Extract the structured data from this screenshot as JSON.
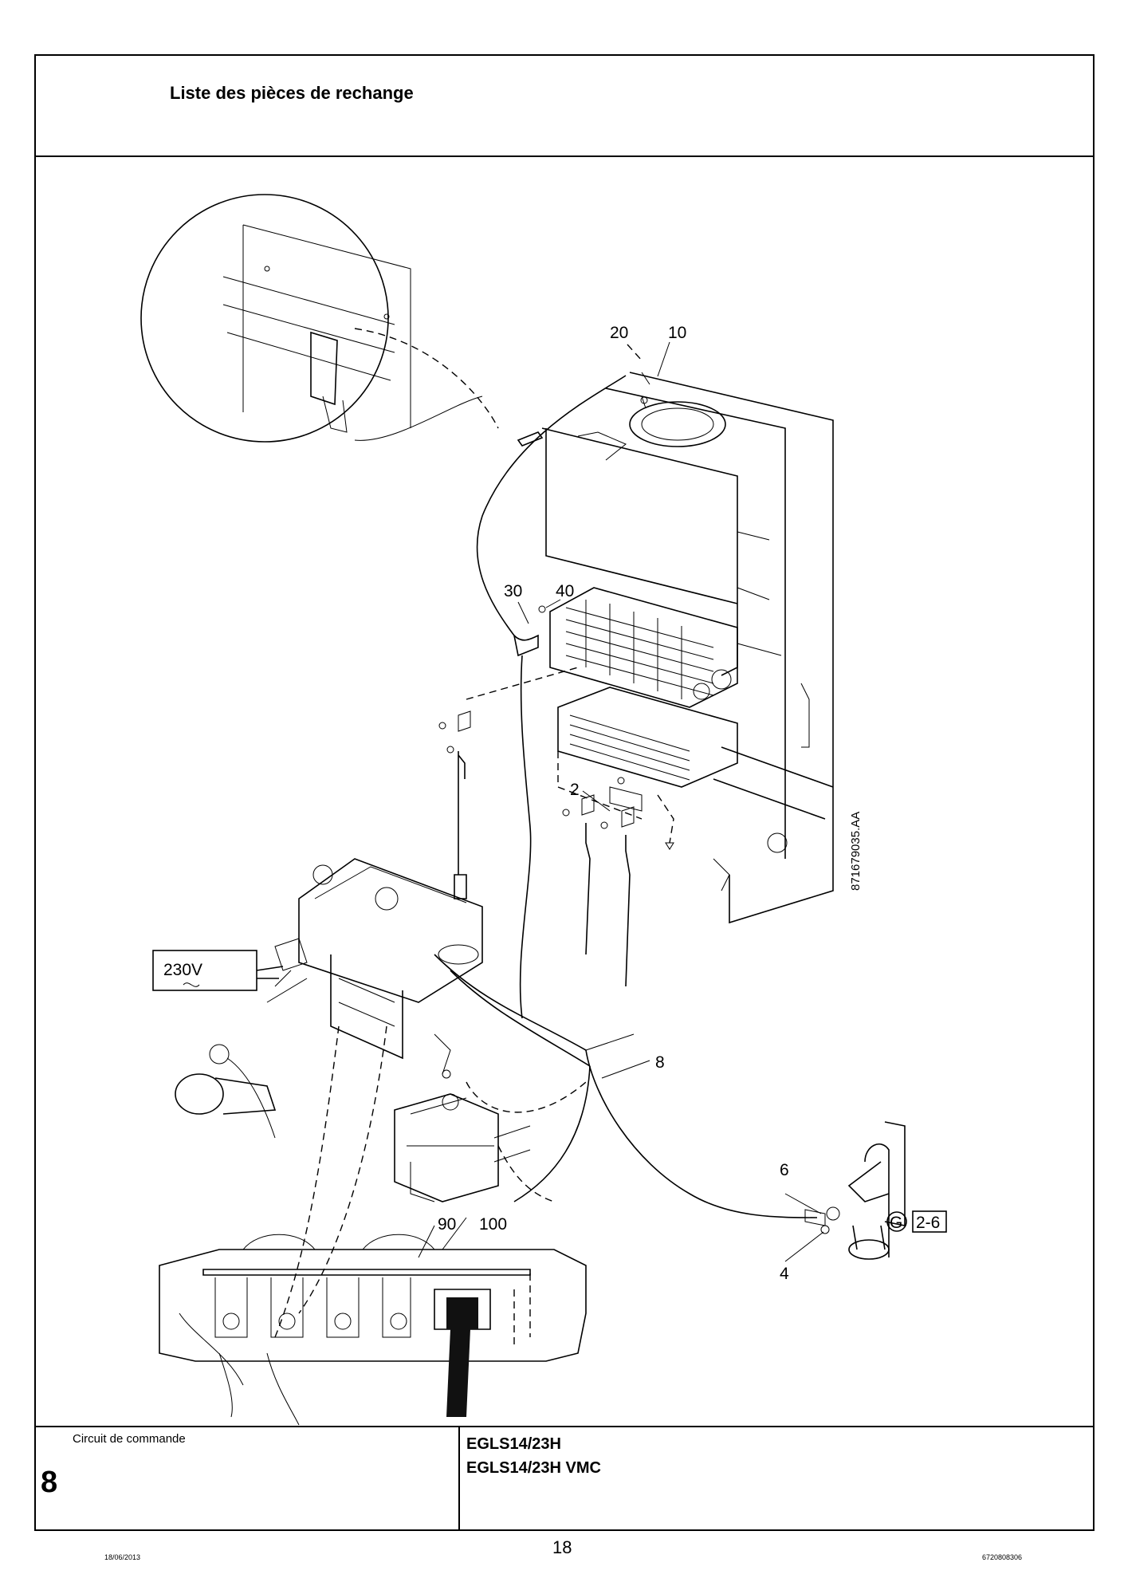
{
  "header": {
    "title": "Liste des pièces de rechange"
  },
  "drawing": {
    "callouts": {
      "c20": "20",
      "c10": "10",
      "c30": "30",
      "c40": "40",
      "c2": "2",
      "c8": "8",
      "c6": "6",
      "c4": "4",
      "c90": "90",
      "c100": "100"
    },
    "voltage_label": "230V",
    "reference_label": "2-6",
    "reference_letter": "G",
    "drawing_code": "871679035.AA"
  },
  "footer": {
    "section_title": "Circuit de commande",
    "section_number": "8",
    "model_line_1": "EGLS14/23H",
    "model_line_2": "EGLS14/23H VMC"
  },
  "page": {
    "number": "18",
    "date": "18/06/2013",
    "code": "6720808306"
  }
}
